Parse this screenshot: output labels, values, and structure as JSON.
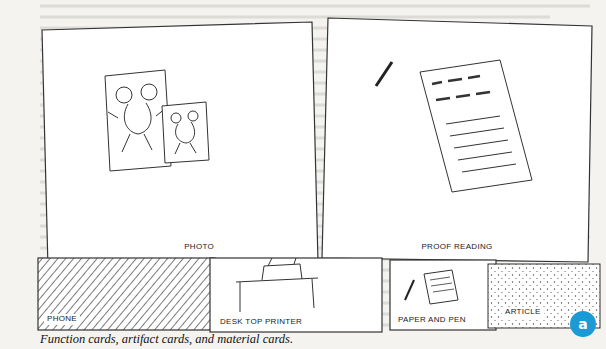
{
  "diagram": {
    "caption": "Function cards, artifact cards, and material cards.",
    "nodes": [
      {
        "text": [
          "PHOTO"
        ]
      },
      {
        "text": [
          "PROOF READING"
        ]
      },
      {
        "text": [
          "PHONE"
        ]
      },
      {
        "text": [
          "DESK TOP PRINTER"
        ]
      },
      {
        "text": [
          "PAPER AND PEN"
        ]
      },
      {
        "text": [
          "ARTICLE"
        ]
      },
      {
        "text": [
          "a"
        ]
      }
    ]
  }
}
